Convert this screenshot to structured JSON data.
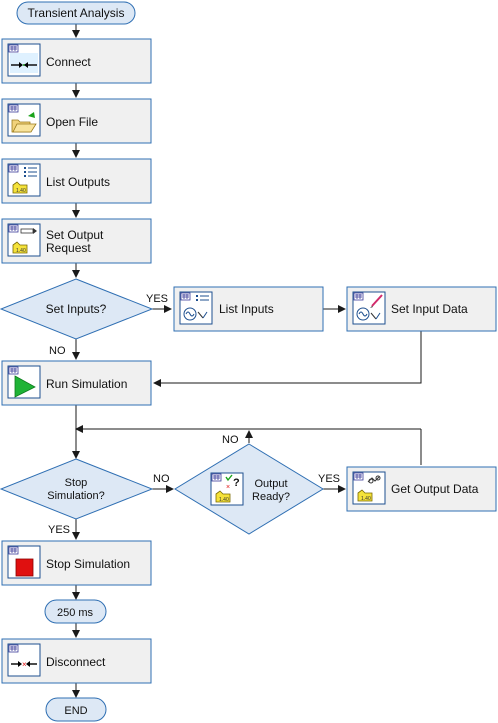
{
  "nodes": {
    "start": "Transient Analysis",
    "connect": "Connect",
    "open_file": "Open File",
    "list_outputs": "List Outputs",
    "set_output_request": [
      "Set Output",
      "Request"
    ],
    "set_inputs_q": "Set Inputs?",
    "list_inputs": "List Inputs",
    "set_input_data": "Set Input Data",
    "run_simulation": "Run Simulation",
    "stop_simulation_q": [
      "Stop",
      "Simulation?"
    ],
    "output_ready_q": [
      "Output",
      "Ready?"
    ],
    "get_output_data": "Get Output Data",
    "stop_simulation": "Stop Simulation",
    "delay": "250 ms",
    "disconnect": "Disconnect",
    "end": "END"
  },
  "edge_labels": {
    "set_inputs_yes": "YES",
    "set_inputs_no": "NO",
    "stop_no": "NO",
    "stop_yes": "YES",
    "output_ready_yes": "YES",
    "output_ready_no": "NO"
  },
  "icons": {
    "connect": "connect-icon",
    "open_file": "open-folder-icon",
    "list_outputs": "list-outputs-icon",
    "set_output_request": "set-output-request-icon",
    "list_inputs": "list-inputs-icon",
    "set_input_data": "set-input-data-icon",
    "run_simulation": "play-icon",
    "output_ready": "output-ready-icon",
    "get_output_data": "get-output-data-icon",
    "stop_simulation": "stop-icon",
    "disconnect": "disconnect-icon"
  },
  "colors": {
    "node_fill": "#f0f0f0",
    "decision_fill": "#dde8f5",
    "border": "#2f6fb3",
    "play_green": "#1fb336",
    "stop_red": "#e01010",
    "badge_yellow": "#f5e23a"
  }
}
